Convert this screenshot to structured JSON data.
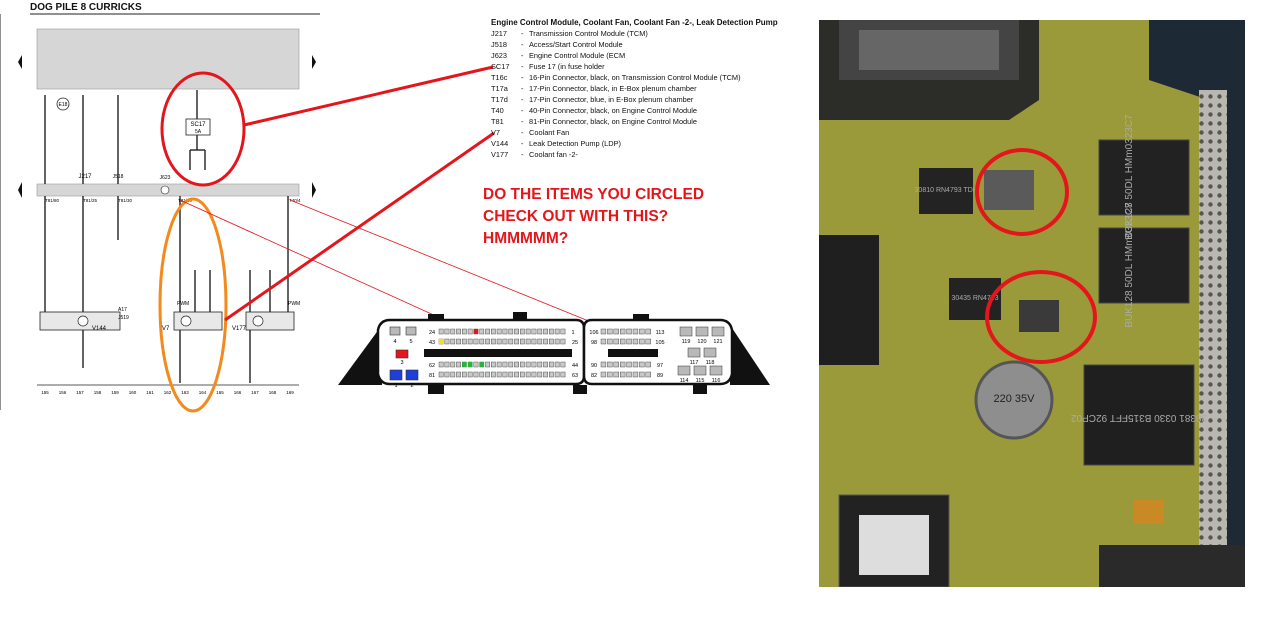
{
  "header": {
    "title_main": "DOG PILE",
    "title_sub": "8 CURRICKS"
  },
  "legend": {
    "title": "Engine Control Module, Coolant Fan, Coolant Fan -2-, Leak Detection Pump",
    "dash": "-",
    "items": [
      {
        "code": "J217",
        "desc": "Transmission Control Module (TCM)"
      },
      {
        "code": "J518",
        "desc": "Access/Start Control Module"
      },
      {
        "code": "J623",
        "desc": "Engine Control Module (ECM"
      },
      {
        "code": "SC17",
        "desc": "Fuse 17 (in fuse holder"
      },
      {
        "code": "T16c",
        "desc": "16-Pin Connector, black, on Transmission Control Module (TCM)"
      },
      {
        "code": "T17a",
        "desc": "17-Pin Connector, black, in E-Box plenum chamber"
      },
      {
        "code": "T17d",
        "desc": "17-Pin Connector, blue, in E-Box plenum chamber"
      },
      {
        "code": "T40",
        "desc": "40-Pin Connector, black, on Engine Control Module"
      },
      {
        "code": "T81",
        "desc": "81-Pin Connector, black, on Engine Control Module"
      },
      {
        "code": "V7",
        "desc": "Coolant Fan"
      },
      {
        "code": "V144",
        "desc": "Leak Detection Pump (LDP)"
      },
      {
        "code": "V177",
        "desc": "Coolant fan -2-"
      }
    ]
  },
  "annotation": {
    "line1": "DO THE ITEMS YOU CIRCLED",
    "line2": "CHECK OUT WITH THIS?",
    "line3": "HMMMMM?"
  },
  "schematic": {
    "top_labels": {
      "fuse": "SC17",
      "fuse_amp": "5A",
      "e18": "E18",
      "j623": "J623",
      "j217": "J217",
      "j518": "J518"
    },
    "components": {
      "v144": "V144",
      "v7": "V7",
      "v177": "V177",
      "pwm1": "PWM",
      "pwm2": "PWM",
      "a17": "A17",
      "j519": "J519"
    },
    "connectors": [
      "T81/80",
      "T81/25",
      "T81/30",
      "T81/60",
      "T40/4"
    ],
    "bottom_numbers": [
      "155",
      "156",
      "157",
      "158",
      "159",
      "160",
      "161",
      "162",
      "163",
      "164",
      "165",
      "166",
      "167",
      "168",
      "169"
    ]
  },
  "ecu_connector": {
    "pins_left": [
      "24",
      "43",
      "62",
      "81"
    ],
    "pins_left_end": [
      "1",
      "25",
      "44",
      "63"
    ],
    "pins_left_small": [
      "4",
      "5",
      "3",
      "1",
      "2"
    ],
    "pins_right": [
      "106",
      "98",
      "90",
      "82"
    ],
    "pins_right_end": [
      "113",
      "105",
      "97",
      "89"
    ],
    "pins_right_small": [
      "119",
      "120",
      "121",
      "117",
      "118",
      "114",
      "115",
      "116"
    ]
  },
  "photo_labels": {
    "chip1": "BUK128\n50DL\nHMm0323C7",
    "chip2": "BUK128\n50DL\nHMm0323C7",
    "chip3": "30381 0330\nB315FFT\n92CP02",
    "cap": "220\n35V",
    "ic1": "30435\nRN4793",
    "ic2": "30810\nRN4793\nTDK"
  },
  "colors": {
    "annotation": "#e4161b",
    "ellipse_red": "#e4161b",
    "ellipse_orange": "#f28a1d",
    "pcb": "#9a9a3a"
  }
}
